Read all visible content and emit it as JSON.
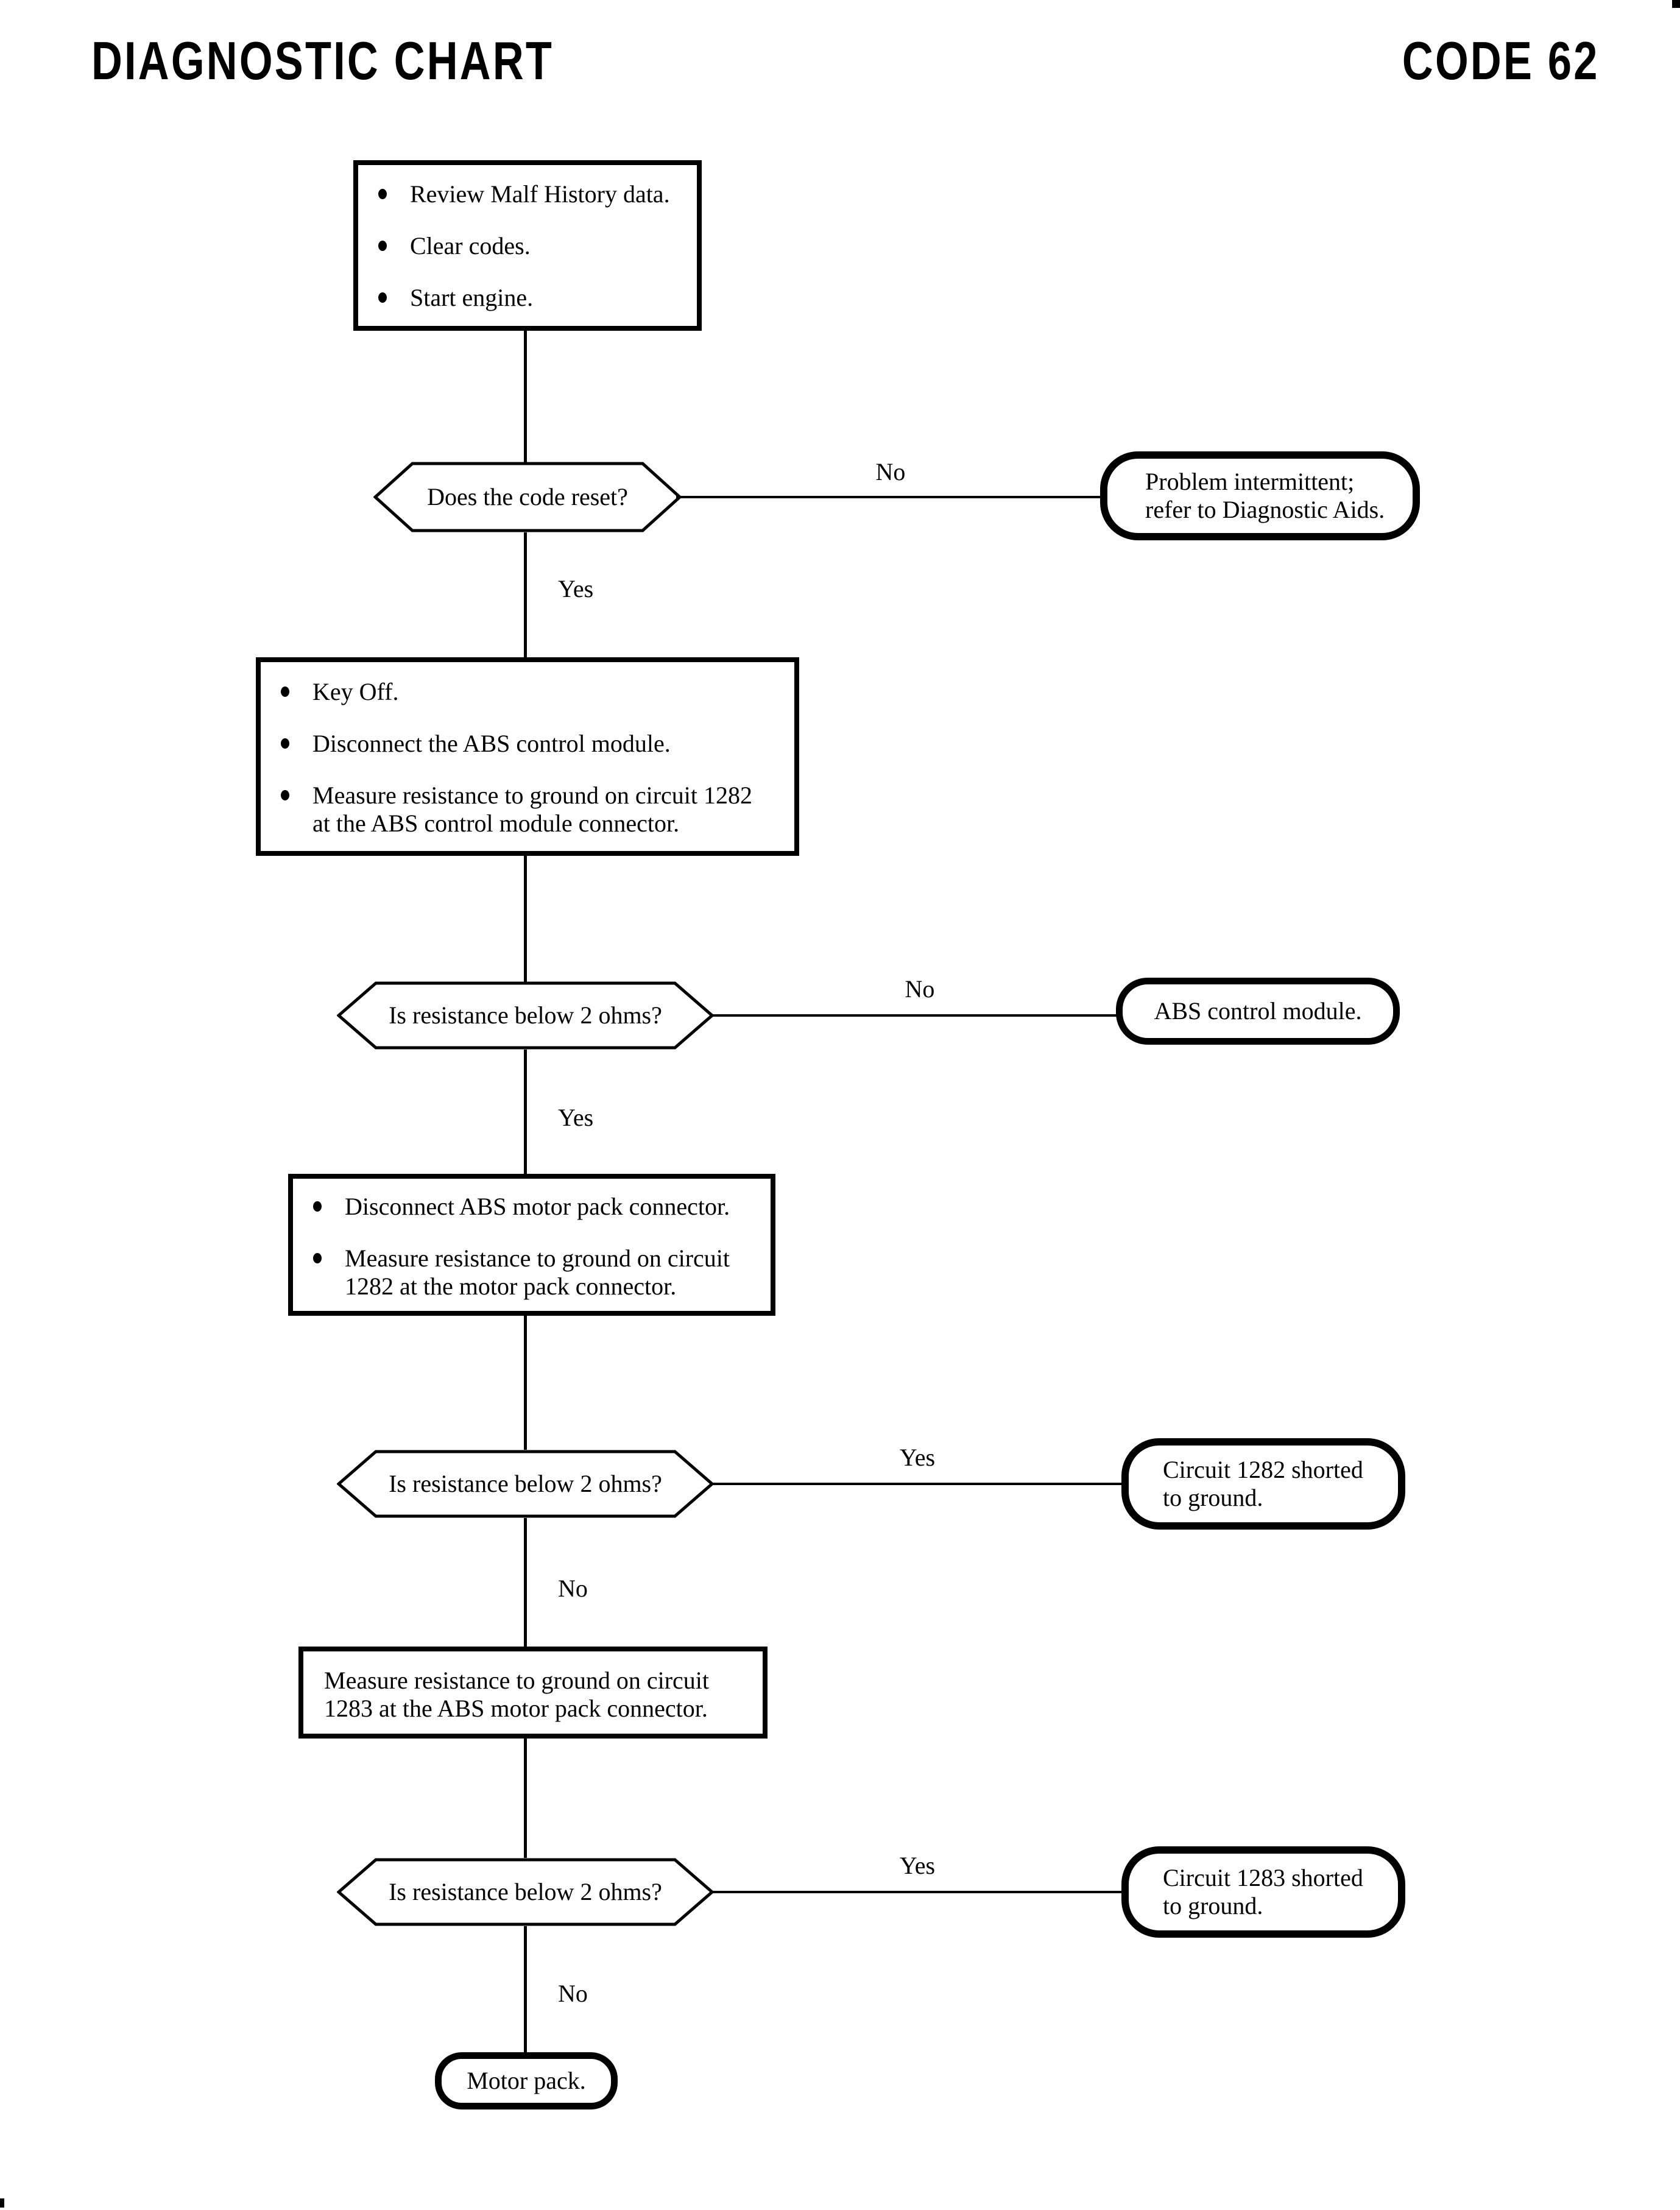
{
  "page": {
    "title_left": "DIAGNOSTIC CHART",
    "title_right": "CODE 62",
    "ink_color": "#000000",
    "paper_color": "#ffffff"
  },
  "flow": {
    "start_box": {
      "bullets": [
        {
          "lines": [
            "Review Malf History data."
          ]
        },
        {
          "lines": [
            "Clear codes."
          ]
        },
        {
          "lines": [
            "Start engine."
          ]
        }
      ]
    },
    "decision_code_reset": {
      "question": "Does the code reset?",
      "no_label": "No",
      "yes_label": "Yes"
    },
    "terminal_intermittent": {
      "lines": [
        "Problem intermittent;",
        "refer to Diagnostic Aids."
      ]
    },
    "action_module_check": {
      "bullets": [
        {
          "lines": [
            "Key Off."
          ]
        },
        {
          "lines": [
            "Disconnect the ABS control module."
          ]
        },
        {
          "lines": [
            "Measure resistance to ground on circuit 1282",
            "at the ABS control module connector."
          ]
        }
      ]
    },
    "decision_resistance_1": {
      "question": "Is resistance below 2 ohms?",
      "no_label": "No",
      "yes_label": "Yes"
    },
    "terminal_abs_module": {
      "lines": [
        "ABS control module."
      ]
    },
    "action_motor_pack_check": {
      "bullets": [
        {
          "lines": [
            "Disconnect ABS motor pack connector."
          ]
        },
        {
          "lines": [
            "Measure resistance to ground on circuit",
            "1282 at the motor pack connector."
          ]
        }
      ]
    },
    "decision_resistance_2": {
      "question": "Is resistance below 2 ohms?",
      "yes_label": "Yes",
      "no_label": "No"
    },
    "terminal_1282_shorted": {
      "lines": [
        "Circuit 1282 shorted",
        "to ground."
      ]
    },
    "action_1283_check": {
      "lines": [
        "Measure resistance to ground on circuit",
        "1283 at the ABS motor pack connector."
      ]
    },
    "decision_resistance_3": {
      "question": "Is resistance below 2 ohms?",
      "yes_label": "Yes",
      "no_label": "No"
    },
    "terminal_1283_shorted": {
      "lines": [
        "Circuit 1283 shorted",
        "to ground."
      ]
    },
    "terminal_motor_pack": {
      "lines": [
        "Motor pack."
      ]
    }
  }
}
